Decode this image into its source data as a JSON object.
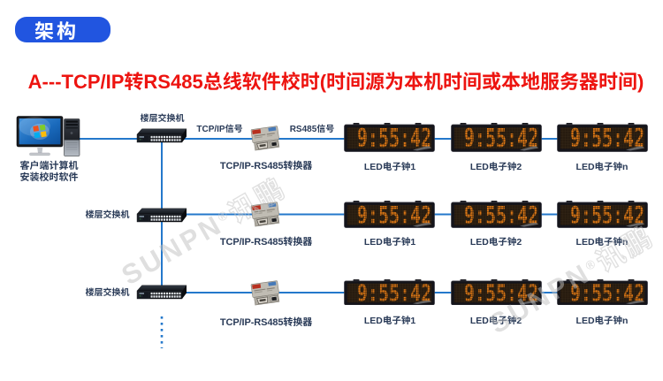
{
  "page": {
    "section_badge": "架构",
    "title": "A---TCP/IP转RS485总线软件校时(时间源为本机时间或本地服务器时间)"
  },
  "colors": {
    "badge_blue": "#2155e0",
    "title_red": "#ed1410",
    "line_blue": "#2478cb",
    "label_navy": "#2a3b58",
    "led_orange": "#e87d15"
  },
  "computer": {
    "label_line1": "客户端计算机",
    "label_line2": "安装校时软件"
  },
  "signals": {
    "tcpip": "TCP/IP信号",
    "rs485": "RS485信号"
  },
  "rows": [
    {
      "switch_label": "楼层交换机",
      "converter_label": "TCP/IP-RS485转换器",
      "clocks": [
        {
          "time": "9:55:42",
          "label": "LED电子钟1"
        },
        {
          "time": "9:55:42",
          "label": "LED电子钟2"
        },
        {
          "time": "9:55:42",
          "label": "LED电子钟n"
        }
      ]
    },
    {
      "switch_label": "楼层交换机",
      "converter_label": "TCP/IP-RS485转换器",
      "clocks": [
        {
          "time": "9:55:42",
          "label": "LED电子钟1"
        },
        {
          "time": "9:55:42",
          "label": "LED电子钟2"
        },
        {
          "time": "9:55:42",
          "label": "LED电子钟n"
        }
      ]
    },
    {
      "switch_label": "楼层交换机",
      "converter_label": "TCP/IP-RS485转换器",
      "clocks": [
        {
          "time": "9:55:42",
          "label": "LED电子钟1"
        },
        {
          "time": "9:55:42",
          "label": "LED电子钟2"
        },
        {
          "time": "9:55:42",
          "label": "LED电子钟n"
        }
      ]
    }
  ],
  "watermark": {
    "brand": "SUNPN",
    "reg": "®",
    "cn": "讯鹏"
  }
}
